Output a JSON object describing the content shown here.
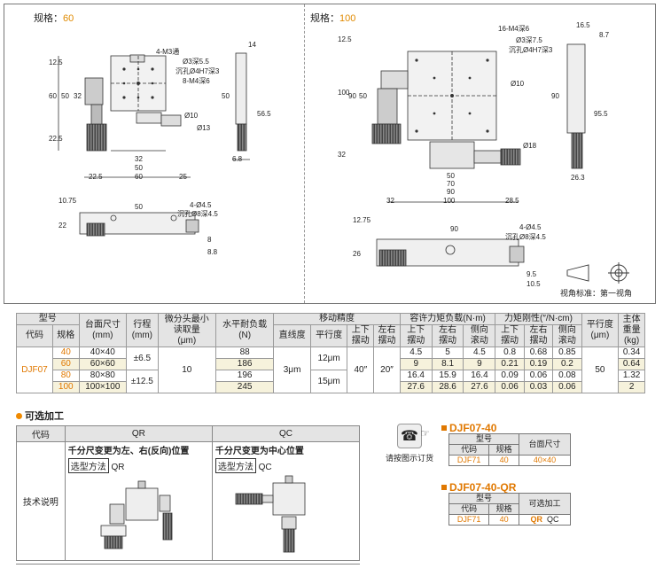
{
  "drawing": {
    "left_spec_label": "规格：",
    "left_spec_value": "60",
    "right_spec_label": "规格：",
    "right_spec_value": "100",
    "left_notes": [
      "4-M3通",
      "Ø3深5.5",
      "沉孔Ø4H7深3",
      "8-M4深6"
    ],
    "right_notes": [
      "16-M4深6",
      "Ø3深7.5",
      "沉孔Ø4H7深3"
    ],
    "left_dims": [
      "12.5",
      "60",
      "50",
      "32",
      "22.5",
      "22.5",
      "60",
      "25",
      "32",
      "50",
      "14",
      "50",
      "56.5",
      "6.8",
      "Ø10",
      "Ø13",
      "10.75",
      "50",
      "22",
      "4-Ø4.5",
      "沉孔Ø8深4.5",
      "8",
      "8.8"
    ],
    "right_dims": [
      "12.5",
      "100",
      "90",
      "50",
      "32",
      "32",
      "50",
      "70",
      "90",
      "100",
      "28.5",
      "16.5",
      "8.7",
      "90",
      "95.5",
      "26.3",
      "Ø10",
      "Ø18",
      "12.75",
      "90",
      "26",
      "4-Ø4.5",
      "沉孔Ø8深4.5",
      "9.5",
      "10.5"
    ],
    "projection_label": "视角标准：第一视角"
  },
  "main_table": {
    "headers": {
      "model": "型号",
      "code": "代码",
      "spec": "规格",
      "table_size": "台面尺寸",
      "table_size_unit": "(mm)",
      "stroke": "行程",
      "stroke_unit": "(mm)",
      "micrometer": "微分头最小",
      "micrometer2": "读取量",
      "micrometer_unit": "(μm)",
      "load": "水平耐负载",
      "load_unit": "(N)",
      "accuracy": "移动精度",
      "straightness": "直线度",
      "parallelism": "平行度",
      "ud_swing": "上下",
      "ud_swing2": "摆动",
      "lr_swing": "左右",
      "lr_swing2": "摆动",
      "moment": "容许力矩负载(N·m)",
      "m_ud": "上下",
      "m_ud2": "摆动",
      "m_lr": "左右",
      "m_lr2": "摆动",
      "m_side": "侧向",
      "m_side2": "滚动",
      "rigidity": "力矩刚性(″/N·cm)",
      "r_ud": "上下",
      "r_ud2": "摆动",
      "r_lr": "左右",
      "r_lr2": "摆动",
      "r_side": "侧向",
      "r_side2": "滚动",
      "flatness": "平行度",
      "flatness_unit": "(μm)",
      "body": "主体",
      "weight": "重量",
      "weight_unit": "(kg)"
    },
    "code": "DJF07",
    "stroke_a": "±6.5",
    "stroke_b": "±12.5",
    "micrometer_value": "10",
    "straightness": "3μm",
    "parallelism_a": "12μm",
    "parallelism_b": "15μm",
    "ud_swing": "40″",
    "lr_swing": "20″",
    "flatness": "50",
    "rows": [
      {
        "spec": "40",
        "size": "40×40",
        "load": "88",
        "m": [
          "4.5",
          "5",
          "4.5"
        ],
        "r": [
          "0.8",
          "0.68",
          "0.85"
        ],
        "weight": "0.34"
      },
      {
        "spec": "60",
        "size": "60×60",
        "load": "186",
        "m": [
          "9",
          "8.1",
          "9"
        ],
        "r": [
          "0.21",
          "0.19",
          "0.2"
        ],
        "weight": "0.64"
      },
      {
        "spec": "80",
        "size": "80×80",
        "load": "196",
        "m": [
          "16.4",
          "15.9",
          "16.4"
        ],
        "r": [
          "0.09",
          "0.06",
          "0.08"
        ],
        "weight": "1.32"
      },
      {
        "spec": "100",
        "size": "100×100",
        "load": "245",
        "m": [
          "27.6",
          "28.6",
          "27.6"
        ],
        "r": [
          "0.06",
          "0.03",
          "0.06"
        ],
        "weight": "2"
      }
    ]
  },
  "options": {
    "title": "可选加工",
    "head_code": "代码",
    "head_qr": "QR",
    "head_qc": "QC",
    "row_label": "技术说明",
    "qr_desc": "千分尺变更为左、右(反向)位置",
    "qr_select": "选型方法",
    "qr_code": "QR",
    "qc_desc": "千分尺变更为中心位置",
    "qc_select": "选型方法",
    "qc_code": "QC"
  },
  "order": {
    "note": "请按图示订货",
    "ex1_title": "DJF07-40",
    "ex1_model": "型号",
    "ex1_code": "代码",
    "ex1_spec": "规格",
    "ex1_size": "台面尺寸",
    "ex1_code_val": "DJF71",
    "ex1_spec_val": "40",
    "ex1_size_val": "40×40",
    "ex2_title": "DJF07-40-QR",
    "ex2_model": "型号",
    "ex2_code": "代码",
    "ex2_spec": "规格",
    "ex2_opt": "可选加工",
    "ex2_code_val": "DJF71",
    "ex2_spec_val": "40",
    "ex2_opt_qr": "QR",
    "ex2_opt_qc": "QC"
  }
}
